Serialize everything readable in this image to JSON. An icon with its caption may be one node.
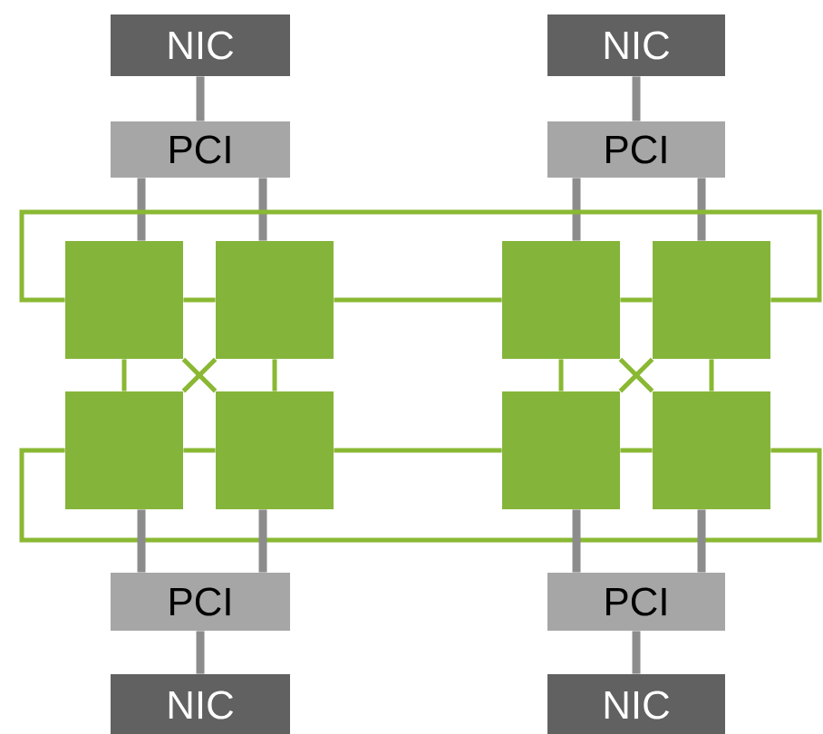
{
  "diagram": {
    "nodes": [
      {
        "text": [
          "NIC"
        ]
      },
      {
        "text": [
          "NIC"
        ]
      },
      {
        "text": [
          "PCI"
        ]
      },
      {
        "text": [
          "PCI"
        ]
      },
      {
        "text": [],
        "shape": "box"
      },
      {
        "text": [],
        "shape": "box"
      },
      {
        "text": [],
        "shape": "box"
      },
      {
        "text": [],
        "shape": "box"
      },
      {
        "text": [],
        "shape": "box"
      },
      {
        "text": [],
        "shape": "box"
      },
      {
        "text": [],
        "shape": "box"
      },
      {
        "text": [],
        "shape": "box"
      },
      {
        "text": [
          "PCI"
        ]
      },
      {
        "text": [
          "PCI"
        ]
      },
      {
        "text": [
          "NIC"
        ]
      },
      {
        "text": [
          "NIC"
        ]
      }
    ],
    "edges": [
      {
        "from": 0,
        "to": 2,
        "arrow": "none",
        "style": "thick",
        "color": "#8c8c8c"
      },
      {
        "from": 1,
        "to": 3,
        "arrow": "none",
        "style": "thick",
        "color": "#8c8c8c"
      },
      {
        "from": 2,
        "to": 4,
        "arrow": "none",
        "style": "thick",
        "color": "#8c8c8c"
      },
      {
        "from": 2,
        "to": 5,
        "arrow": "none",
        "style": "thick",
        "color": "#8c8c8c"
      },
      {
        "from": 3,
        "to": 6,
        "arrow": "none",
        "style": "thick",
        "color": "#8c8c8c"
      },
      {
        "from": 3,
        "to": 7,
        "arrow": "none",
        "style": "thick",
        "color": "#8c8c8c"
      },
      {
        "from": 4,
        "to": 5,
        "arrow": "none"
      },
      {
        "from": 5,
        "to": 6,
        "arrow": "none"
      },
      {
        "from": 6,
        "to": 7,
        "arrow": "none"
      },
      {
        "from": 4,
        "to": 8,
        "arrow": "none"
      },
      {
        "from": 5,
        "to": 9,
        "arrow": "none"
      },
      {
        "from": 4,
        "to": 9,
        "arrow": "none"
      },
      {
        "from": 5,
        "to": 8,
        "arrow": "none"
      },
      {
        "from": 6,
        "to": 10,
        "arrow": "none"
      },
      {
        "from": 7,
        "to": 11,
        "arrow": "none"
      },
      {
        "from": 6,
        "to": 11,
        "arrow": "none"
      },
      {
        "from": 7,
        "to": 10,
        "arrow": "none"
      },
      {
        "from": 8,
        "to": 9,
        "arrow": "none"
      },
      {
        "from": 9,
        "to": 10,
        "arrow": "none"
      },
      {
        "from": 10,
        "to": 11,
        "arrow": "none"
      },
      {
        "from": 4,
        "to": 7,
        "arrow": "none"
      },
      {
        "from": 8,
        "to": 11,
        "arrow": "none"
      },
      {
        "from": 8,
        "to": 12,
        "arrow": "none",
        "style": "thick",
        "color": "#8c8c8c"
      },
      {
        "from": 9,
        "to": 12,
        "arrow": "none",
        "style": "thick",
        "color": "#8c8c8c"
      },
      {
        "from": 10,
        "to": 13,
        "arrow": "none",
        "style": "thick",
        "color": "#8c8c8c"
      },
      {
        "from": 11,
        "to": 13,
        "arrow": "none",
        "style": "thick",
        "color": "#8c8c8c"
      },
      {
        "from": 12,
        "to": 14,
        "arrow": "none",
        "style": "thick",
        "color": "#8c8c8c"
      },
      {
        "from": 13,
        "to": 15,
        "arrow": "none",
        "style": "thick",
        "color": "#8c8c8c"
      }
    ]
  }
}
